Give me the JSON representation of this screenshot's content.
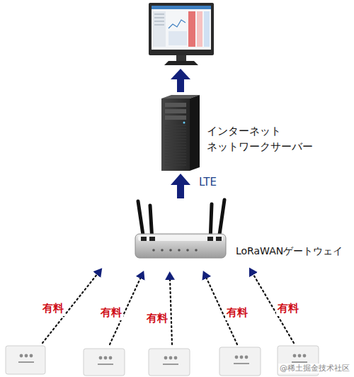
{
  "diagram": {
    "nodes": [
      {
        "text": [
          "インターネット ネットワークサーバー"
        ]
      },
      {
        "text": [
          "LoRaWANゲートウェイ"
        ]
      }
    ],
    "edges": [
      {
        "from": 1,
        "to": 0,
        "arrow": "to",
        "label": "LTE"
      }
    ],
    "labels": [
      "有料",
      "有料",
      "有料",
      "有料",
      "有料",
      "@稀土掘金技术社区"
    ]
  }
}
